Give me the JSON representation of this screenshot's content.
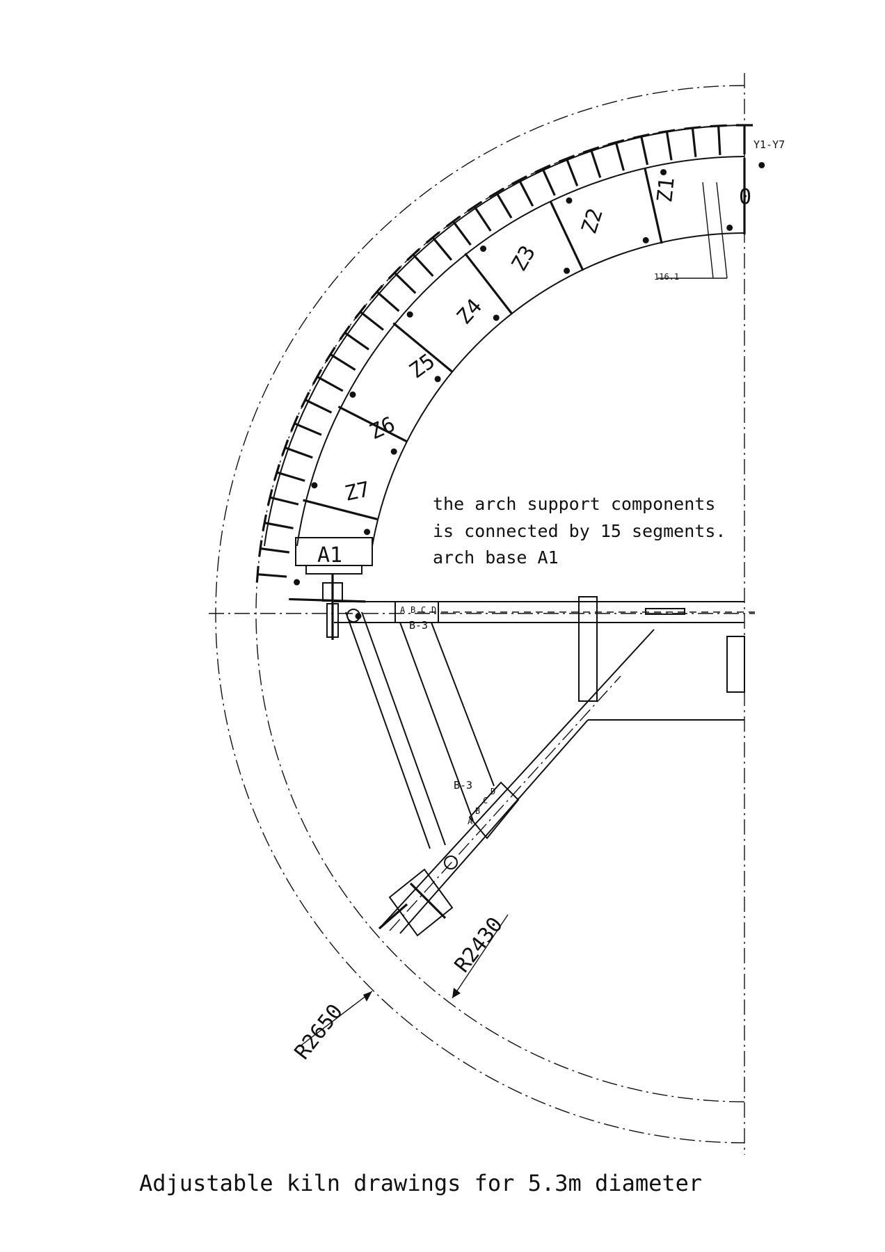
{
  "drawing": {
    "caption": "Adjustable kiln drawings for 5.3m diameter",
    "note_lines": [
      "the arch support components",
      "is connected by 15 segments.",
      "arch base A1"
    ],
    "segments": [
      "Z1",
      "Z2",
      "Z3",
      "Z4",
      "Z5",
      "Z6",
      "Z7"
    ],
    "base_label": "A1",
    "rib_label": "Y1-Y7",
    "zero_label": "0",
    "dimension_small": "116.1",
    "radius_outer": "R2650",
    "radius_inner": "R2430",
    "connector_label_top": "B-3",
    "connector_label_bottom": "B-3",
    "hole_labels_top": [
      "A",
      "B",
      "C",
      "D"
    ],
    "hole_labels_bottom": [
      "A",
      "B",
      "C",
      "D"
    ]
  }
}
